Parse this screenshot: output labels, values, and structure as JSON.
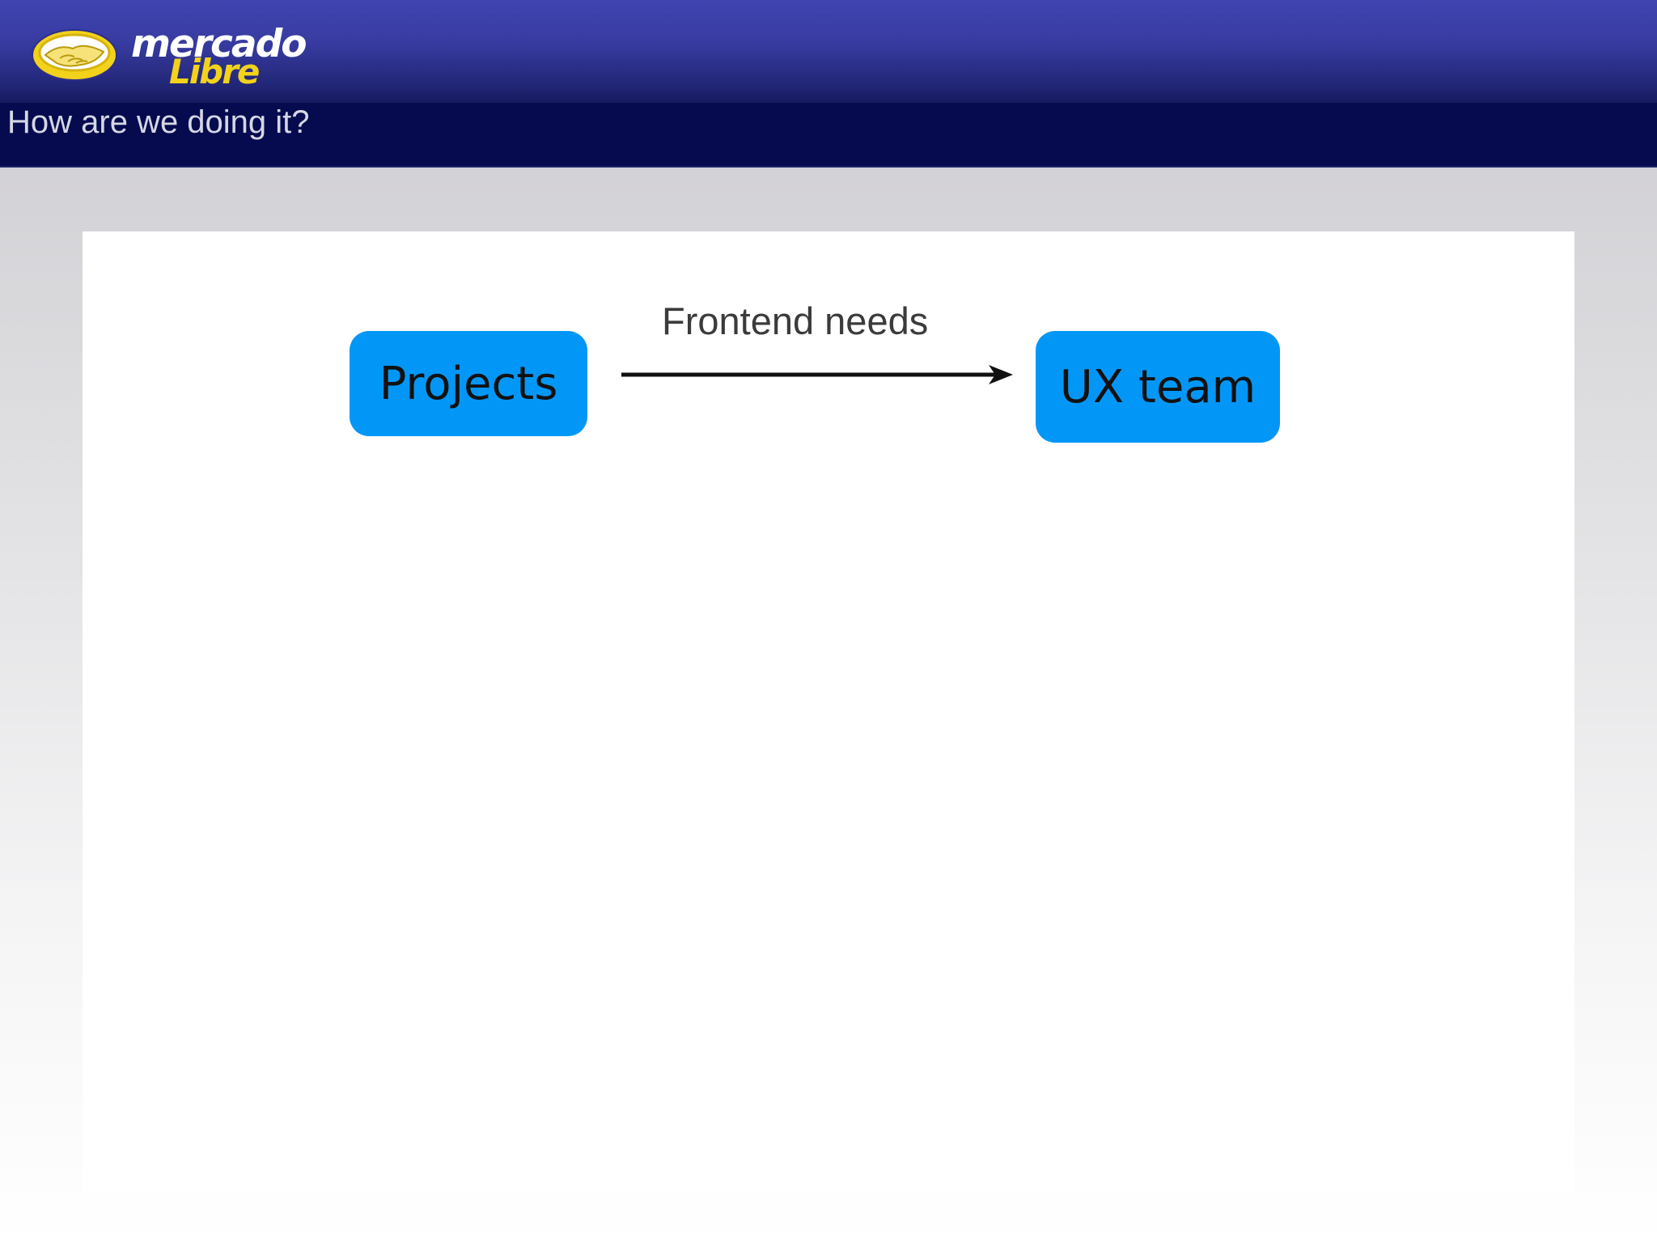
{
  "header": {
    "logo": {
      "line1": "mercado",
      "line2": "Libre"
    },
    "subtitle": "How are we doing it?"
  },
  "diagram": {
    "nodes": [
      {
        "id": "projects",
        "label": "Projects"
      },
      {
        "id": "ux-team",
        "label": "UX team"
      }
    ],
    "edges": [
      {
        "from": "projects",
        "to": "ux-team",
        "label": "Frontend needs"
      }
    ]
  },
  "colors": {
    "header_top": "#3f44b0",
    "header_bar": "#050b4e",
    "node_fill": "#0297f6",
    "logo_yellow": "#f2d21a"
  }
}
